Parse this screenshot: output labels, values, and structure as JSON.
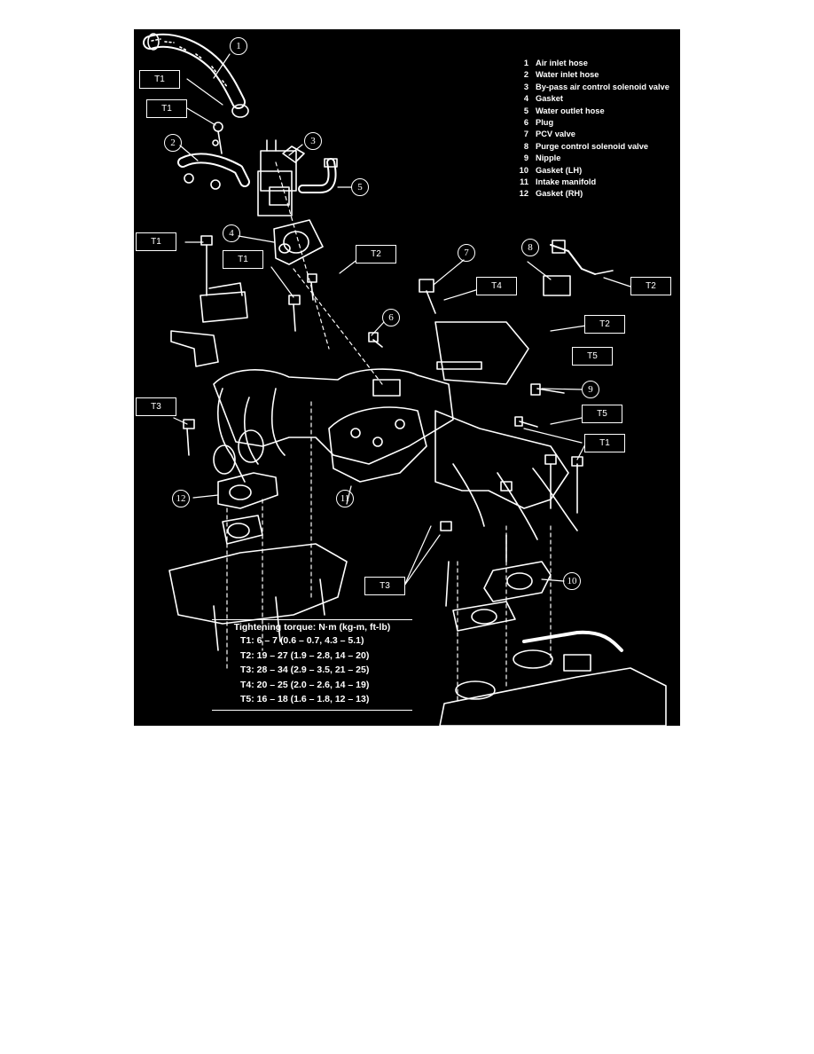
{
  "legend": [
    {
      "num": "1",
      "label": "Air inlet hose"
    },
    {
      "num": "2",
      "label": "Water inlet hose"
    },
    {
      "num": "3",
      "label": "By-pass air control solenoid valve"
    },
    {
      "num": "4",
      "label": "Gasket"
    },
    {
      "num": "5",
      "label": "Water outlet hose"
    },
    {
      "num": "6",
      "label": "Plug"
    },
    {
      "num": "7",
      "label": "PCV valve"
    },
    {
      "num": "8",
      "label": "Purge control solenoid valve"
    },
    {
      "num": "9",
      "label": "Nipple"
    },
    {
      "num": "10",
      "label": "Gasket (LH)"
    },
    {
      "num": "11",
      "label": "Intake manifold"
    },
    {
      "num": "12",
      "label": "Gasket (RH)"
    }
  ],
  "callouts": [
    "1",
    "2",
    "3",
    "4",
    "5",
    "6",
    "7",
    "8",
    "9",
    "10",
    "11",
    "12"
  ],
  "torque_tags": [
    "T1",
    "T1",
    "T1",
    "T1",
    "T1",
    "T2",
    "T2",
    "T2",
    "T3",
    "T3",
    "T4",
    "T5",
    "T5"
  ],
  "torque_table": {
    "heading": "Tightening torque:  N·m (kg-m, ft-lb)",
    "rows": [
      "T1:  6 – 7 (0.6 – 0.7, 4.3 – 5.1)",
      "T2:  19 – 27 (1.9 – 2.8, 14 – 20)",
      "T3:  28 – 34 (2.9 – 3.5, 21 – 25)",
      "T4:  20 – 25 (2.0 – 2.6, 14 – 19)",
      "T5:  16 – 18 (1.6 – 1.8, 12 – 13)"
    ]
  }
}
